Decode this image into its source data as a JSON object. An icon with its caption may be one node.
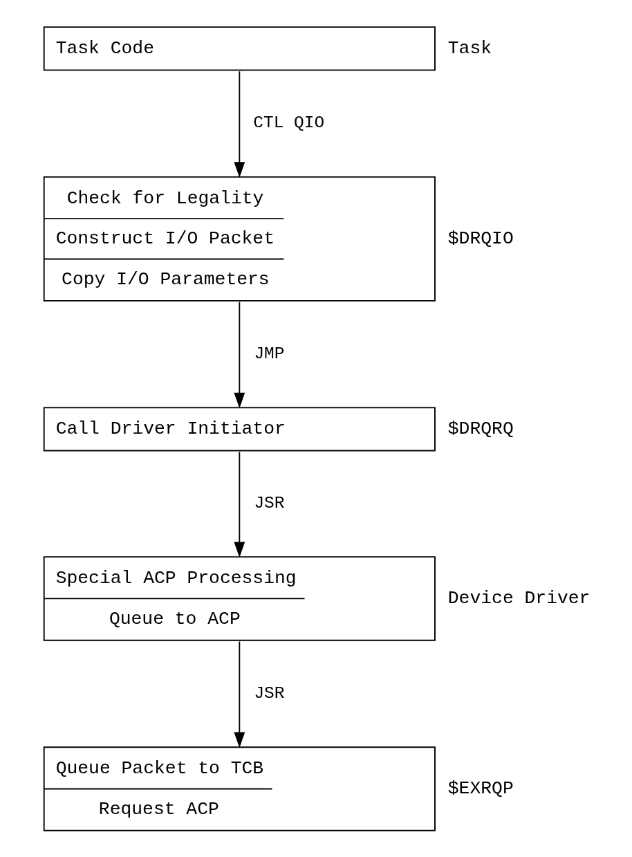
{
  "diagram": {
    "nodes": [
      {
        "text": [
          "Task Code"
        ],
        "beside": [
          "Task"
        ]
      },
      {
        "text": [
          "Check for Legality",
          "Construct I/O Packet",
          "Copy I/O Parameters"
        ],
        "beside": [
          "$DRQIO"
        ]
      },
      {
        "text": [
          "Call Driver Initiator"
        ],
        "beside": [
          "$DRQRQ"
        ]
      },
      {
        "text": [
          "Special ACP Processing",
          "Queue to ACP"
        ],
        "beside": [
          "Device Driver"
        ]
      },
      {
        "text": [
          "Queue Packet to TCB",
          "Request ACP"
        ],
        "beside": [
          "$EXRQP"
        ]
      }
    ],
    "edges": [
      {
        "from": 0,
        "to": 1,
        "arrow": "to",
        "label": "CTL QIO"
      },
      {
        "from": 1,
        "to": 2,
        "arrow": "to",
        "label": "JMP"
      },
      {
        "from": 2,
        "to": 3,
        "arrow": "to",
        "label": "JSR"
      },
      {
        "from": 3,
        "to": 4,
        "arrow": "to",
        "label": "JSR"
      }
    ]
  }
}
